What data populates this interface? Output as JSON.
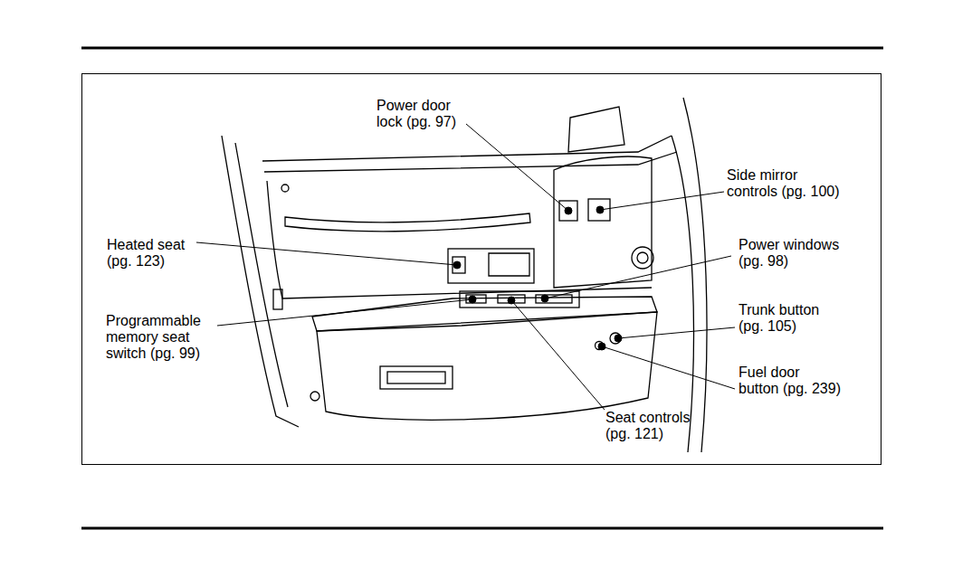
{
  "diagram": {
    "labels": [
      "Power door lock (pg. 97)",
      "Side mirror controls (pg. 100)",
      "Heated seat (pg. 123)",
      "Power windows (pg. 98)",
      "Programmable memory seat switch (pg. 99)",
      "Trunk button (pg. 105)",
      "Fuel door button (pg. 239)",
      "Seat controls (pg. 121)"
    ]
  }
}
